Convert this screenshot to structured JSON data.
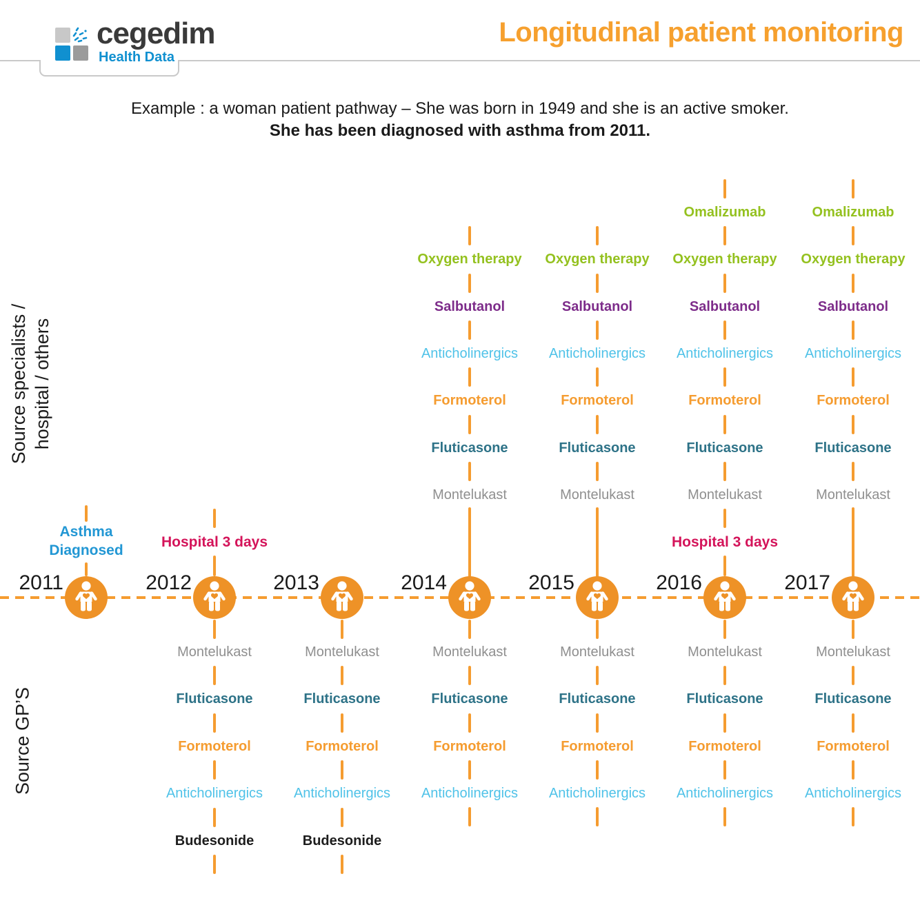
{
  "logo": {
    "brand": "cegedim",
    "tagline": "Health Data"
  },
  "title": "Longitudinal patient monitoring",
  "subtitle_line1": "Example : a woman patient pathway – She was born in 1949 and she is an active smoker.",
  "subtitle_line2": "She has been diagnosed with asthma from 2011.",
  "axis_labels": {
    "specialists_line1": "Source specialists /",
    "specialists_line2": "hospital / others",
    "gps": "Source GP’S"
  },
  "colors": {
    "timeline_line": "#F59C30",
    "circle": "#EE9227",
    "title": "#F6A02E",
    "brand_blue": "#1090D0",
    "brand_dark": "#3A3A3A"
  },
  "medications": {
    "omalizumab": {
      "label": "Omalizumab",
      "color": "#94C11F",
      "bold": true
    },
    "oxygen": {
      "label": "Oxygen therapy",
      "color": "#94C11F",
      "bold": true
    },
    "salbutanol": {
      "label": "Salbutanol",
      "color": "#7D2C8A",
      "bold": true
    },
    "anticholinergics": {
      "label": "Anticholinergics",
      "color": "#4FC2E8",
      "bold": false
    },
    "formoterol": {
      "label": "Formoterol",
      "color": "#F59C30",
      "bold": true
    },
    "fluticasone": {
      "label": "Fluticasone",
      "color": "#2D7287",
      "bold": true
    },
    "montelukast": {
      "label": "Montelukast",
      "color": "#8F8F8F",
      "bold": false
    },
    "budesonide": {
      "label": "Budesonide",
      "color": "#1D1D1D",
      "bold": true
    }
  },
  "events": {
    "asthma": {
      "label": "Asthma Diagnosed",
      "color": "#2297D4",
      "two_line": true
    },
    "hospital": {
      "label": "Hospital 3 days",
      "color": "#D4145A",
      "two_line": false
    }
  },
  "years": [
    {
      "label": "2011",
      "above_meds": [],
      "event": "asthma",
      "below_meds": []
    },
    {
      "label": "2012",
      "above_meds": [],
      "event": "hospital",
      "below_meds": [
        "montelukast",
        "fluticasone",
        "formoterol",
        "anticholinergics",
        "budesonide"
      ]
    },
    {
      "label": "2013",
      "above_meds": [],
      "event": null,
      "below_meds": [
        "montelukast",
        "fluticasone",
        "formoterol",
        "anticholinergics",
        "budesonide"
      ]
    },
    {
      "label": "2014",
      "above_meds": [
        "oxygen",
        "salbutanol",
        "anticholinergics",
        "formoterol",
        "fluticasone",
        "montelukast"
      ],
      "event": null,
      "below_meds": [
        "montelukast",
        "fluticasone",
        "formoterol",
        "anticholinergics"
      ]
    },
    {
      "label": "2015",
      "above_meds": [
        "oxygen",
        "salbutanol",
        "anticholinergics",
        "formoterol",
        "fluticasone",
        "montelukast"
      ],
      "event": null,
      "below_meds": [
        "montelukast",
        "fluticasone",
        "formoterol",
        "anticholinergics"
      ]
    },
    {
      "label": "2016",
      "above_meds": [
        "omalizumab",
        "oxygen",
        "salbutanol",
        "anticholinergics",
        "formoterol",
        "fluticasone",
        "montelukast"
      ],
      "event": "hospital",
      "below_meds": [
        "montelukast",
        "fluticasone",
        "formoterol",
        "anticholinergics"
      ]
    },
    {
      "label": "2017",
      "above_meds": [
        "omalizumab",
        "oxygen",
        "salbutanol",
        "anticholinergics",
        "formoterol",
        "fluticasone",
        "montelukast"
      ],
      "event": null,
      "below_meds": [
        "montelukast",
        "fluticasone",
        "formoterol",
        "anticholinergics"
      ]
    }
  ]
}
